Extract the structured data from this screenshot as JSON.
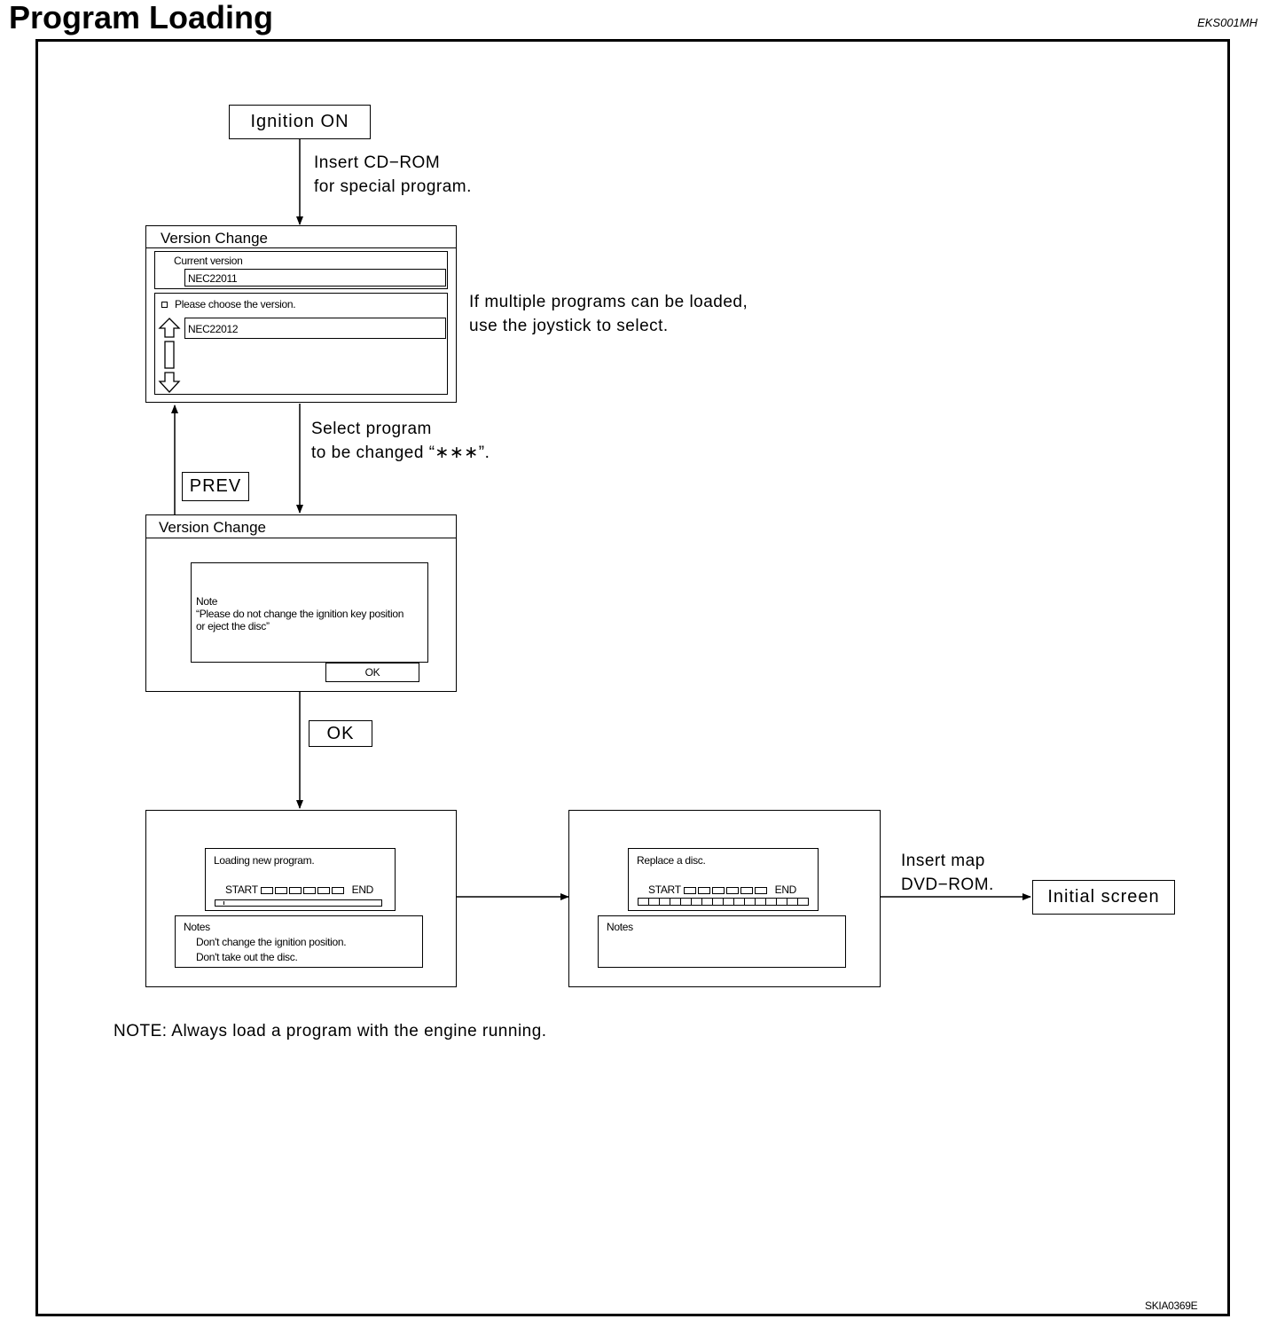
{
  "header": {
    "title": "Program Loading",
    "code": "EKS001MH"
  },
  "flow": {
    "ignition_on": "Ignition ON",
    "insert_cd_line1": "Insert CD−ROM",
    "insert_cd_line2": "for special program.",
    "multi_line1": "If multiple programs can be loaded,",
    "multi_line2": "use the joystick to select.",
    "select_line1": "Select program",
    "select_line2": "to be changed “∗∗∗”.",
    "prev_button": "PREV",
    "ok_button": "OK",
    "insert_map_line1": "Insert map",
    "insert_map_line2": "DVD−ROM.",
    "initial_screen": "Initial screen"
  },
  "screen1": {
    "title": "Version Change",
    "current_label": "Current version",
    "current_value": "NEC22011",
    "choose_label": "Please choose the version.",
    "choose_value": "NEC22012"
  },
  "screen2": {
    "title": "Version Change",
    "note_title": "Note",
    "note_line1": "“Please do not change the ignition key position",
    "note_line2": "or eject the disc”",
    "ok_label": "OK"
  },
  "screen3": {
    "loading_label": "Loading new program.",
    "start_label": "START",
    "end_label": "END",
    "notes_title": "Notes",
    "notes_line1": "Don't change the ignition position.",
    "notes_line2": "Don't take out the disc."
  },
  "screen4": {
    "replace_label": "Replace a disc.",
    "start_label": "START",
    "end_label": "END",
    "notes_title": "Notes"
  },
  "footer": {
    "note": "NOTE: Always load a program with the engine running.",
    "figure_code": "SKIA0369E"
  }
}
